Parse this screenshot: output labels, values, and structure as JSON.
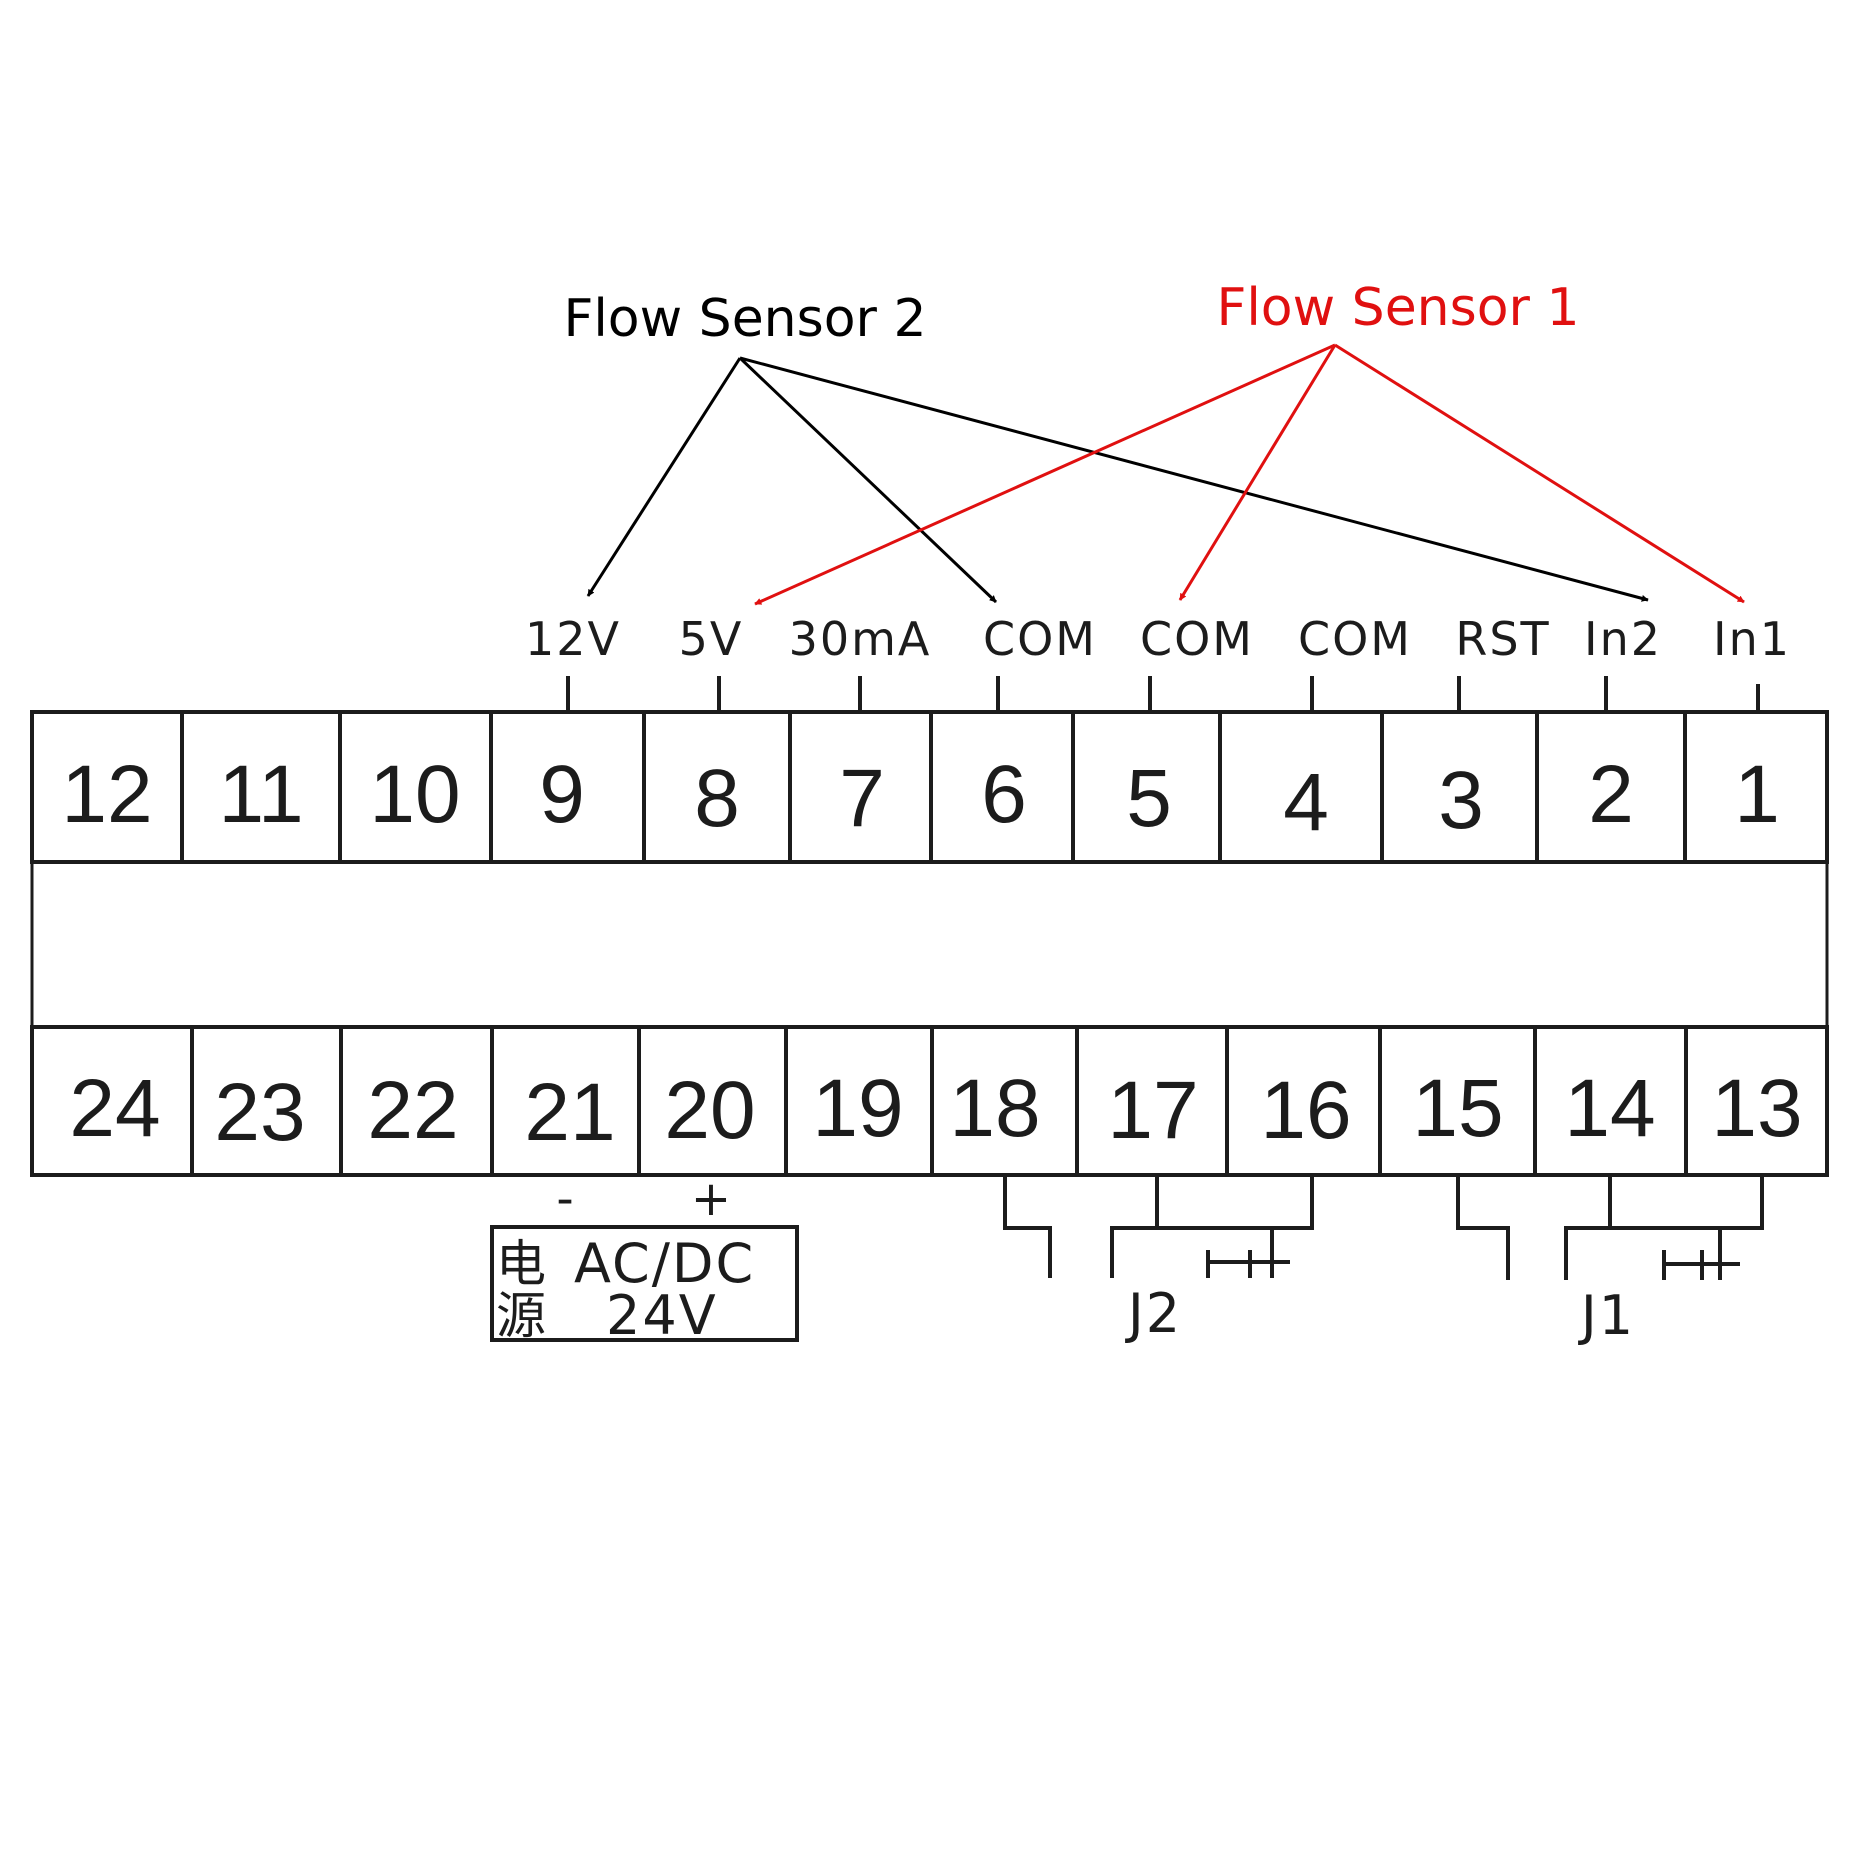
{
  "sensors": {
    "sensor2": {
      "label": "Flow Sensor 2",
      "color": "#000000"
    },
    "sensor1": {
      "label": "Flow Sensor 1",
      "color": "#e01010"
    }
  },
  "pin_labels": [
    "12V",
    "5V",
    "30mA",
    "COM",
    "COM",
    "COM",
    "RST",
    "In2",
    "In1"
  ],
  "top_row": [
    "12",
    "11",
    "10",
    "9",
    "8",
    "7",
    "6",
    "5",
    "4",
    "3",
    "2",
    "1"
  ],
  "bottom_row": [
    "24",
    "23",
    "22",
    "21",
    "20",
    "19",
    "18",
    "17",
    "16",
    "15",
    "14",
    "13"
  ],
  "power": {
    "minus": "-",
    "plus": "+",
    "char_top": "电",
    "char_bottom": "源",
    "type": "AC/DC",
    "voltage": "24V"
  },
  "relays": {
    "j2": "J2",
    "j1": "J1"
  }
}
